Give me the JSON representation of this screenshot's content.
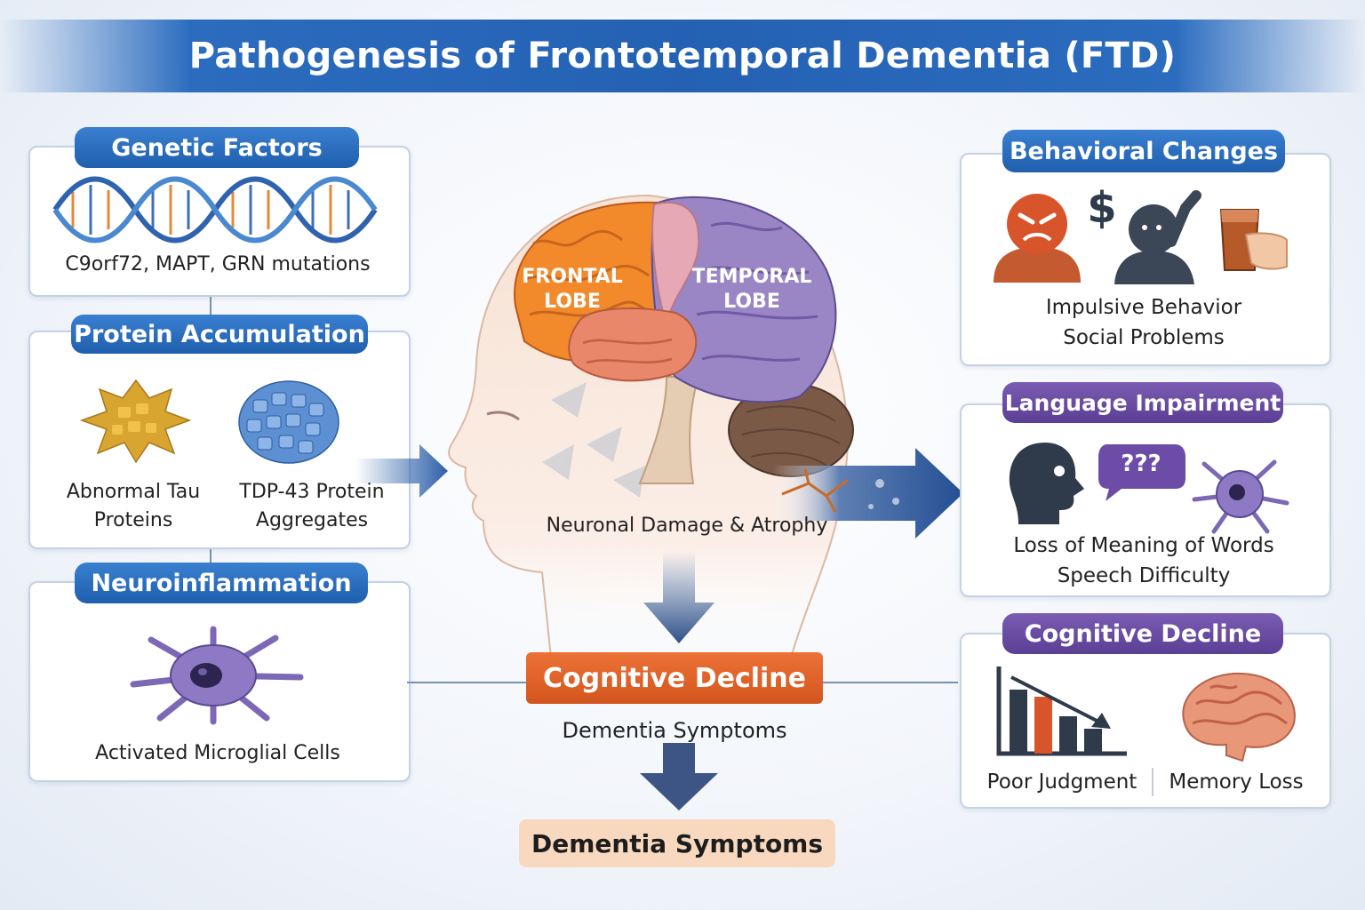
{
  "title": "Pathogenesis of Frontotemporal Dementia (FTD)",
  "left": {
    "genetic": {
      "heading": "Genetic Factors",
      "text": "C9orf72, MAPT, GRN mutations"
    },
    "protein": {
      "heading": "Protein Accumulation",
      "tau_line1": "Abnormal Tau",
      "tau_line2": "Proteins",
      "tdp_line1": "TDP-43 Protein",
      "tdp_line2": "Aggregates"
    },
    "neuro": {
      "heading": "Neuroinflammation",
      "text": "Activated Microglial Cells"
    }
  },
  "center": {
    "frontal_line1": "FRONTAL",
    "frontal_line2": "LOBE",
    "temporal_line1": "TEMPORAL",
    "temporal_line2": "LOBE",
    "damage": "Neuronal Damage & Atrophy",
    "cognitive": "Cognitive Decline",
    "symptoms_sub": "Dementia Symptoms",
    "symptoms_box": "Dementia Symptoms"
  },
  "right": {
    "behavioral": {
      "heading": "Behavioral Changes",
      "line1": "Impulsive Behavior",
      "line2": "Social Problems",
      "dollar": "$"
    },
    "language": {
      "heading": "Language Impairment",
      "bubble": "???",
      "line1": "Loss of Meaning of Words",
      "line2": "Speech Difficulty"
    },
    "cognitive": {
      "heading": "Cognitive Decline",
      "left": "Poor Judgment",
      "right": "Memory Loss"
    }
  },
  "colors": {
    "blue": "#2461b3",
    "purple": "#5b3f94",
    "orange": "#e0632a",
    "peach": "#f8d9bf"
  }
}
